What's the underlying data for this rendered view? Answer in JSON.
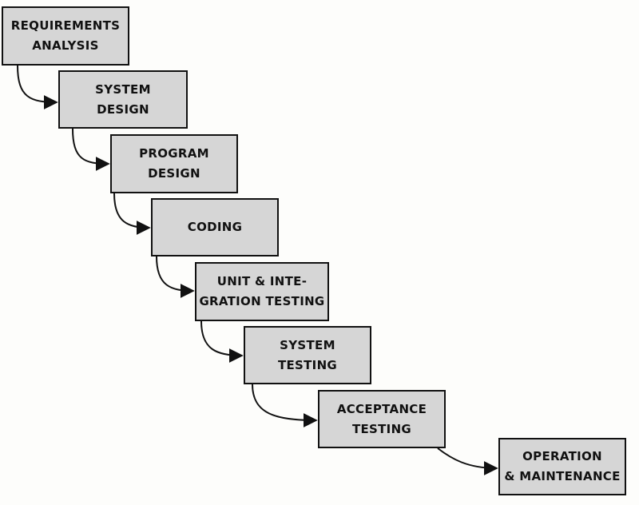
{
  "stages": [
    {
      "lines": [
        "REQUIREMENTS",
        "ANALYSIS"
      ]
    },
    {
      "lines": [
        "SYSTEM",
        "DESIGN"
      ]
    },
    {
      "lines": [
        "PROGRAM",
        "DESIGN"
      ]
    },
    {
      "lines": [
        "CODING"
      ]
    },
    {
      "lines": [
        "UNIT & INTE-",
        "GRATION TESTING"
      ]
    },
    {
      "lines": [
        "SYSTEM",
        "TESTING"
      ]
    },
    {
      "lines": [
        "ACCEPTANCE",
        "TESTING"
      ]
    },
    {
      "lines": [
        "OPERATION",
        "& MAINTENANCE"
      ]
    }
  ]
}
